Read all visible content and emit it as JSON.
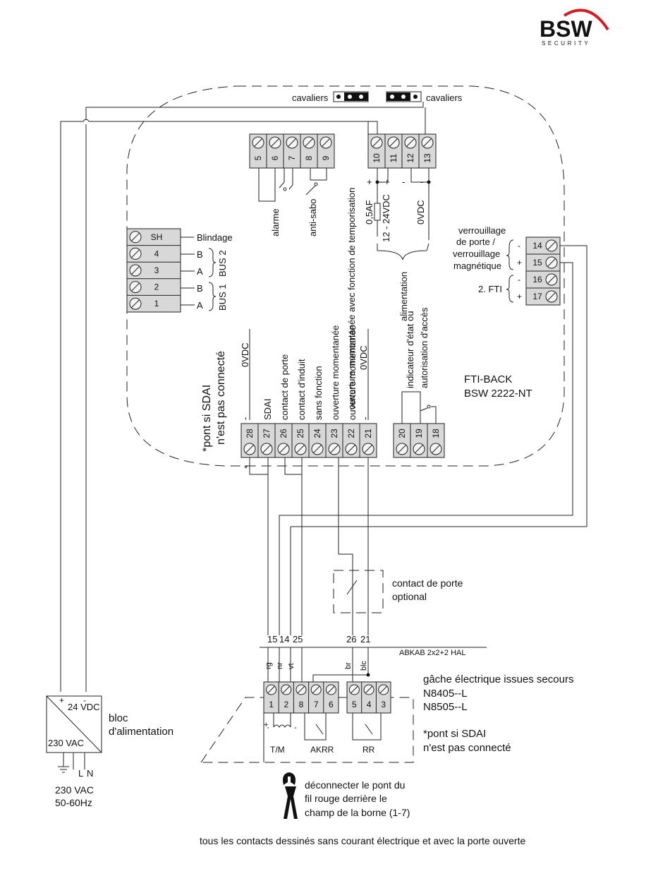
{
  "logo": {
    "main": "BSW",
    "sub": "SECURITY"
  },
  "jumpers": {
    "left_label": "cavaliers",
    "right_label": "cavaliers"
  },
  "bus_block": {
    "terminals": [
      "SH",
      "4",
      "3",
      "2",
      "1"
    ],
    "labels": [
      "Blindage",
      "B",
      "A",
      "B",
      "A"
    ],
    "bus2": "BUS 2",
    "bus1": "BUS 1"
  },
  "top_left_block": {
    "terminals": [
      "5",
      "6",
      "7",
      "8",
      "9"
    ],
    "alarme": "alarme",
    "anti_sabo": "anti-sabo"
  },
  "top_right_block": {
    "terminals": [
      "10",
      "11",
      "12",
      "13"
    ],
    "signs": [
      "+",
      "+",
      "-",
      "-"
    ],
    "fuse": "0,5AF",
    "supply": "12 - 24VDC",
    "zero_vdc": "0VDC",
    "alimentation": "alimentation",
    "temporisation": "ouverture momentanée avec fonction de temporisation"
  },
  "right_block": {
    "terminals": [
      "14",
      "15",
      "16",
      "17"
    ],
    "signs": [
      "-",
      "+",
      "-",
      "+"
    ],
    "lock_label": [
      "verrouillage",
      "de porte /",
      "verrouillage",
      "magnétique"
    ],
    "fti2": "2. FTI"
  },
  "bottom_left_block": {
    "terminals": [
      "28",
      "27",
      "26",
      "25",
      "24",
      "23",
      "22",
      "21"
    ],
    "labels": [
      "-",
      "SDAI",
      "contact de porte",
      "contact d'induit",
      "sans fonction",
      "ouverture momentanée",
      "ouverture momentanée",
      "-"
    ],
    "zero_vdc_left": "0VDC",
    "zero_vdc_right": "0VDC",
    "star": "*",
    "sdai_note_1": "*pont si SDAI",
    "sdai_note_2": "n'est pas connecté"
  },
  "bottom_right_block": {
    "terminals": [
      "20",
      "19",
      "18"
    ],
    "label_1": "indicateur d'état ou",
    "label_2": "autorisation d'accès"
  },
  "device": {
    "name": "FTI-BACK",
    "model": "BSW 2222-NT"
  },
  "door_contact": {
    "line1": "contact de porte",
    "line2": "optional"
  },
  "cable": {
    "numbers": [
      "15",
      "14",
      "25",
      "26",
      "21"
    ],
    "name": "ABKAB 2x2+2 HAL",
    "colors": [
      "rg",
      "nr",
      "vt",
      "br",
      "blc"
    ]
  },
  "strike": {
    "title": "gâche électrique issues secours",
    "model1": "N8405--L",
    "model2": "N8505--L",
    "terminals_a": [
      "1",
      "2",
      "8",
      "7",
      "6"
    ],
    "terminals_b": [
      "5",
      "4",
      "3"
    ],
    "tm": "T/M",
    "akrr": "AKRR",
    "rr": "RR",
    "note1": "*pont si SDAI",
    "note2": "n'est pas connecté"
  },
  "power": {
    "vdc": "24 VDC",
    "vac": "230 VAC",
    "plus": "+",
    "minus": "-",
    "l": "L",
    "n": "N",
    "label1": "bloc",
    "label2": "d'alimentation",
    "input1": "230 VAC",
    "input2": "50-60Hz"
  },
  "cutter_note": [
    "déconnecter le pont du",
    "fil rouge derrière le",
    "champ de la borne (1-7)"
  ],
  "footer": "tous les contacts dessinés sans courant électrique et avec la porte ouverte"
}
